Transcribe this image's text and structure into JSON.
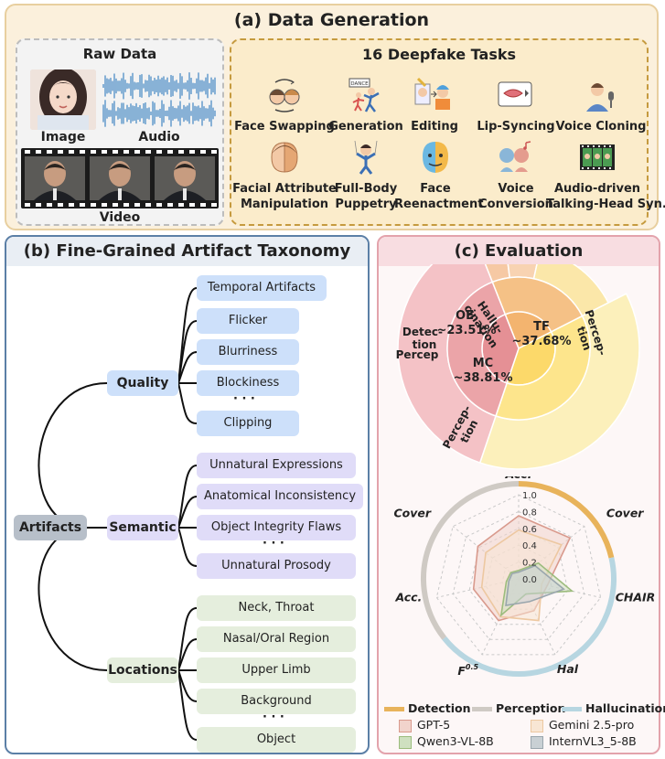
{
  "panel_a": {
    "title": "(a) Data Generation",
    "raw": {
      "title": "Raw Data",
      "image": "Image",
      "audio": "Audio",
      "video": "Video"
    },
    "tasks": {
      "title": "16 Deepfake Tasks",
      "row1": [
        "Face Swapping",
        "Generation",
        "Editing",
        "Lip-Syncing",
        "Voice Cloning"
      ],
      "row2": [
        [
          "Facial Attribute",
          "Manipulation"
        ],
        [
          "Full-Body",
          "Puppetry"
        ],
        [
          "Face",
          "Reenactment"
        ],
        [
          "Voice",
          "Conversion"
        ],
        [
          "Audio-driven",
          "Talking-Head Syn."
        ]
      ],
      "dance_sign": "DANCE"
    }
  },
  "panel_b": {
    "title": "(b) Fine-Grained Artifact Taxonomy",
    "root": "Artifacts",
    "quality": {
      "label": "Quality",
      "items": [
        "Temporal Artifacts",
        "Flicker",
        "Blurriness",
        "Blockiness",
        "Clipping"
      ]
    },
    "semantic": {
      "label": "Semantic",
      "items": [
        "Unnatural Expressions",
        "Anatomical Inconsistency",
        "Object Integrity Flaws",
        "Unnatural Prosody"
      ]
    },
    "locations": {
      "label": "Locations",
      "items": [
        "Neck, Throat",
        "Nasal/Oral Region",
        "Upper Limb",
        "Background",
        "Object"
      ]
    },
    "ellipsis": "· · ·"
  },
  "panel_c": {
    "title": "(c) Evaluation",
    "sunburst": {
      "inner": [
        {
          "name": "OE",
          "value": 23.51,
          "label": "~23.51%",
          "color": "#f5c186"
        },
        {
          "name": "TF",
          "value": 37.68,
          "label": "~37.68%",
          "color": "#fde58c"
        },
        {
          "name": "MC",
          "value": 38.81,
          "label": "~38.81%",
          "color": "#eba4a8"
        }
      ],
      "outer": {
        "oe_hallu": [
          "Hallu-",
          "cination"
        ],
        "oe_det": [
          "Detec-",
          "tion"
        ],
        "oe_percep": "Percep",
        "tf_percep": [
          "Percep-",
          "tion"
        ],
        "mc_percep": [
          "Percep-",
          "tion"
        ]
      }
    },
    "chart_data": {
      "type": "radar",
      "axes": [
        "Acc.",
        "Cover",
        "CHAIR",
        "Hal",
        "F0.5",
        "Acc.",
        "Cover"
      ],
      "axis_f_sup": "0.5",
      "ticks": [
        "1.0",
        "0.8",
        "0.6",
        "0.4",
        "0.2",
        "0.0"
      ],
      "rlim": [
        0,
        1
      ],
      "groups": [
        {
          "name": "Detection",
          "color": "#e8b35b"
        },
        {
          "name": "Perception",
          "color": "#cfcac4"
        },
        {
          "name": "Hallucination",
          "color": "#b7d6e1"
        }
      ],
      "series": [
        {
          "name": "GPT-5",
          "color": "#d99a8d",
          "fill": "#f1d3cc",
          "values": [
            0.75,
            0.78,
            0.35,
            0.42,
            0.55,
            0.55,
            0.62
          ]
        },
        {
          "name": "Gemini 2.5-pro",
          "color": "#edc8a1",
          "fill": "#f8e6d4",
          "values": [
            0.58,
            0.65,
            0.28,
            0.55,
            0.5,
            0.45,
            0.5
          ]
        },
        {
          "name": "Qwen3-VL-8B",
          "color": "#9cbc7d",
          "fill": "#cfe0c0",
          "values": [
            0.1,
            0.3,
            0.65,
            0.2,
            0.48,
            0.15,
            0.12
          ]
        },
        {
          "name": "InternVL3_5-8B",
          "color": "#9aa6ad",
          "fill": "#c9d0d4",
          "values": [
            0.08,
            0.25,
            0.55,
            0.3,
            0.35,
            0.12,
            0.1
          ]
        }
      ]
    }
  }
}
